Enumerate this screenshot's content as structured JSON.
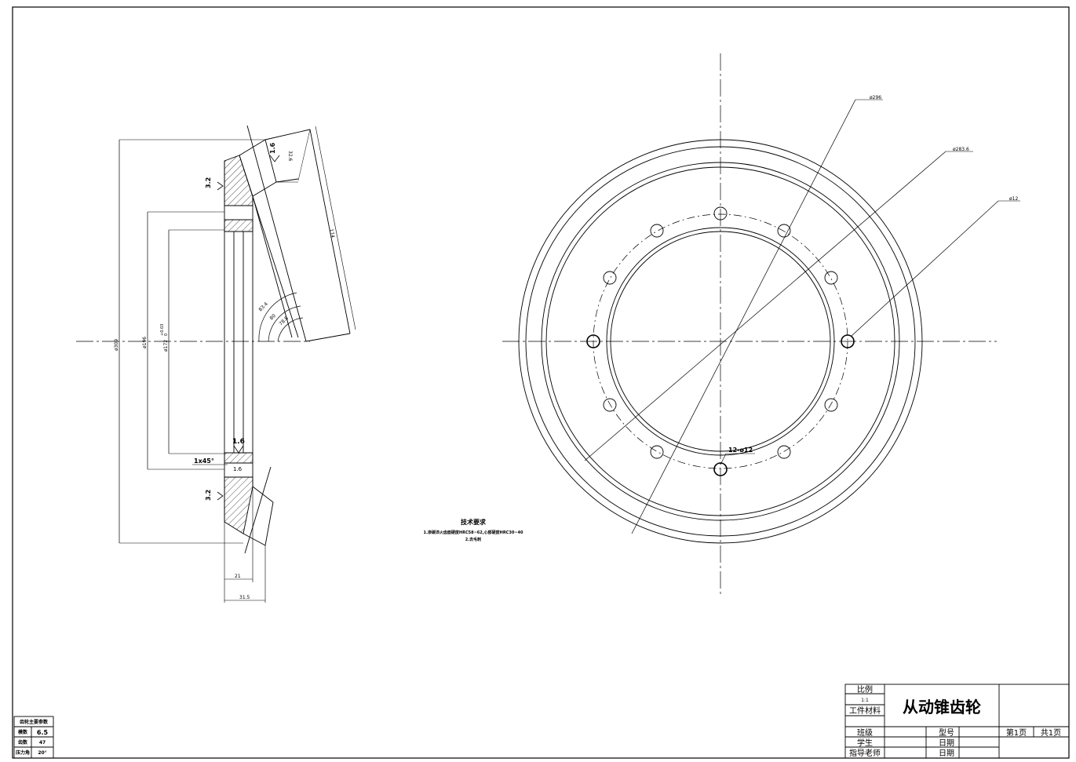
{
  "dimensions": {
    "d296": "ø296",
    "d283_6": "ø283.6",
    "d12": "ø12",
    "d309": "ø309",
    "d196": "ø196",
    "d172": "ø172",
    "d172_tol": "+0.03",
    "d172_tol2": "0",
    "len174": "174",
    "len32_6": "32.6",
    "ang83_4": "83.4",
    "ang80": "80",
    "ang78_8": "78.8",
    "w21": "21",
    "w31_5": "31.5",
    "chamfer": "1x45°",
    "holes": "12-ø12"
  },
  "roughness": {
    "r1": "1.6",
    "r2": "3.2",
    "r3": "1.6",
    "r4": "1.6",
    "r5": "3.2"
  },
  "tech": {
    "title": "技术要求",
    "line1": "1.渗碳淬火齿面硬度HRC58~62,心部硬度HRC30~40",
    "line2": "2.去毛刺"
  },
  "titleblock": {
    "scale_label": "比例",
    "scale_value": "1:1",
    "material_label": "工件材料",
    "part_name": "从动锥齿轮",
    "class_label": "班级",
    "student_label": "学生",
    "teacher_label": "指导老师",
    "model_label": "型号",
    "date_label1": "日期",
    "date_label2": "日期",
    "page_label": "第1页",
    "total_label": "共1页"
  },
  "params": {
    "title": "齿轮主要参数",
    "rows": [
      {
        "k": "模数",
        "v": "6.5"
      },
      {
        "k": "齿数",
        "v": "47"
      },
      {
        "k": "压力角",
        "v": "20°"
      }
    ]
  }
}
